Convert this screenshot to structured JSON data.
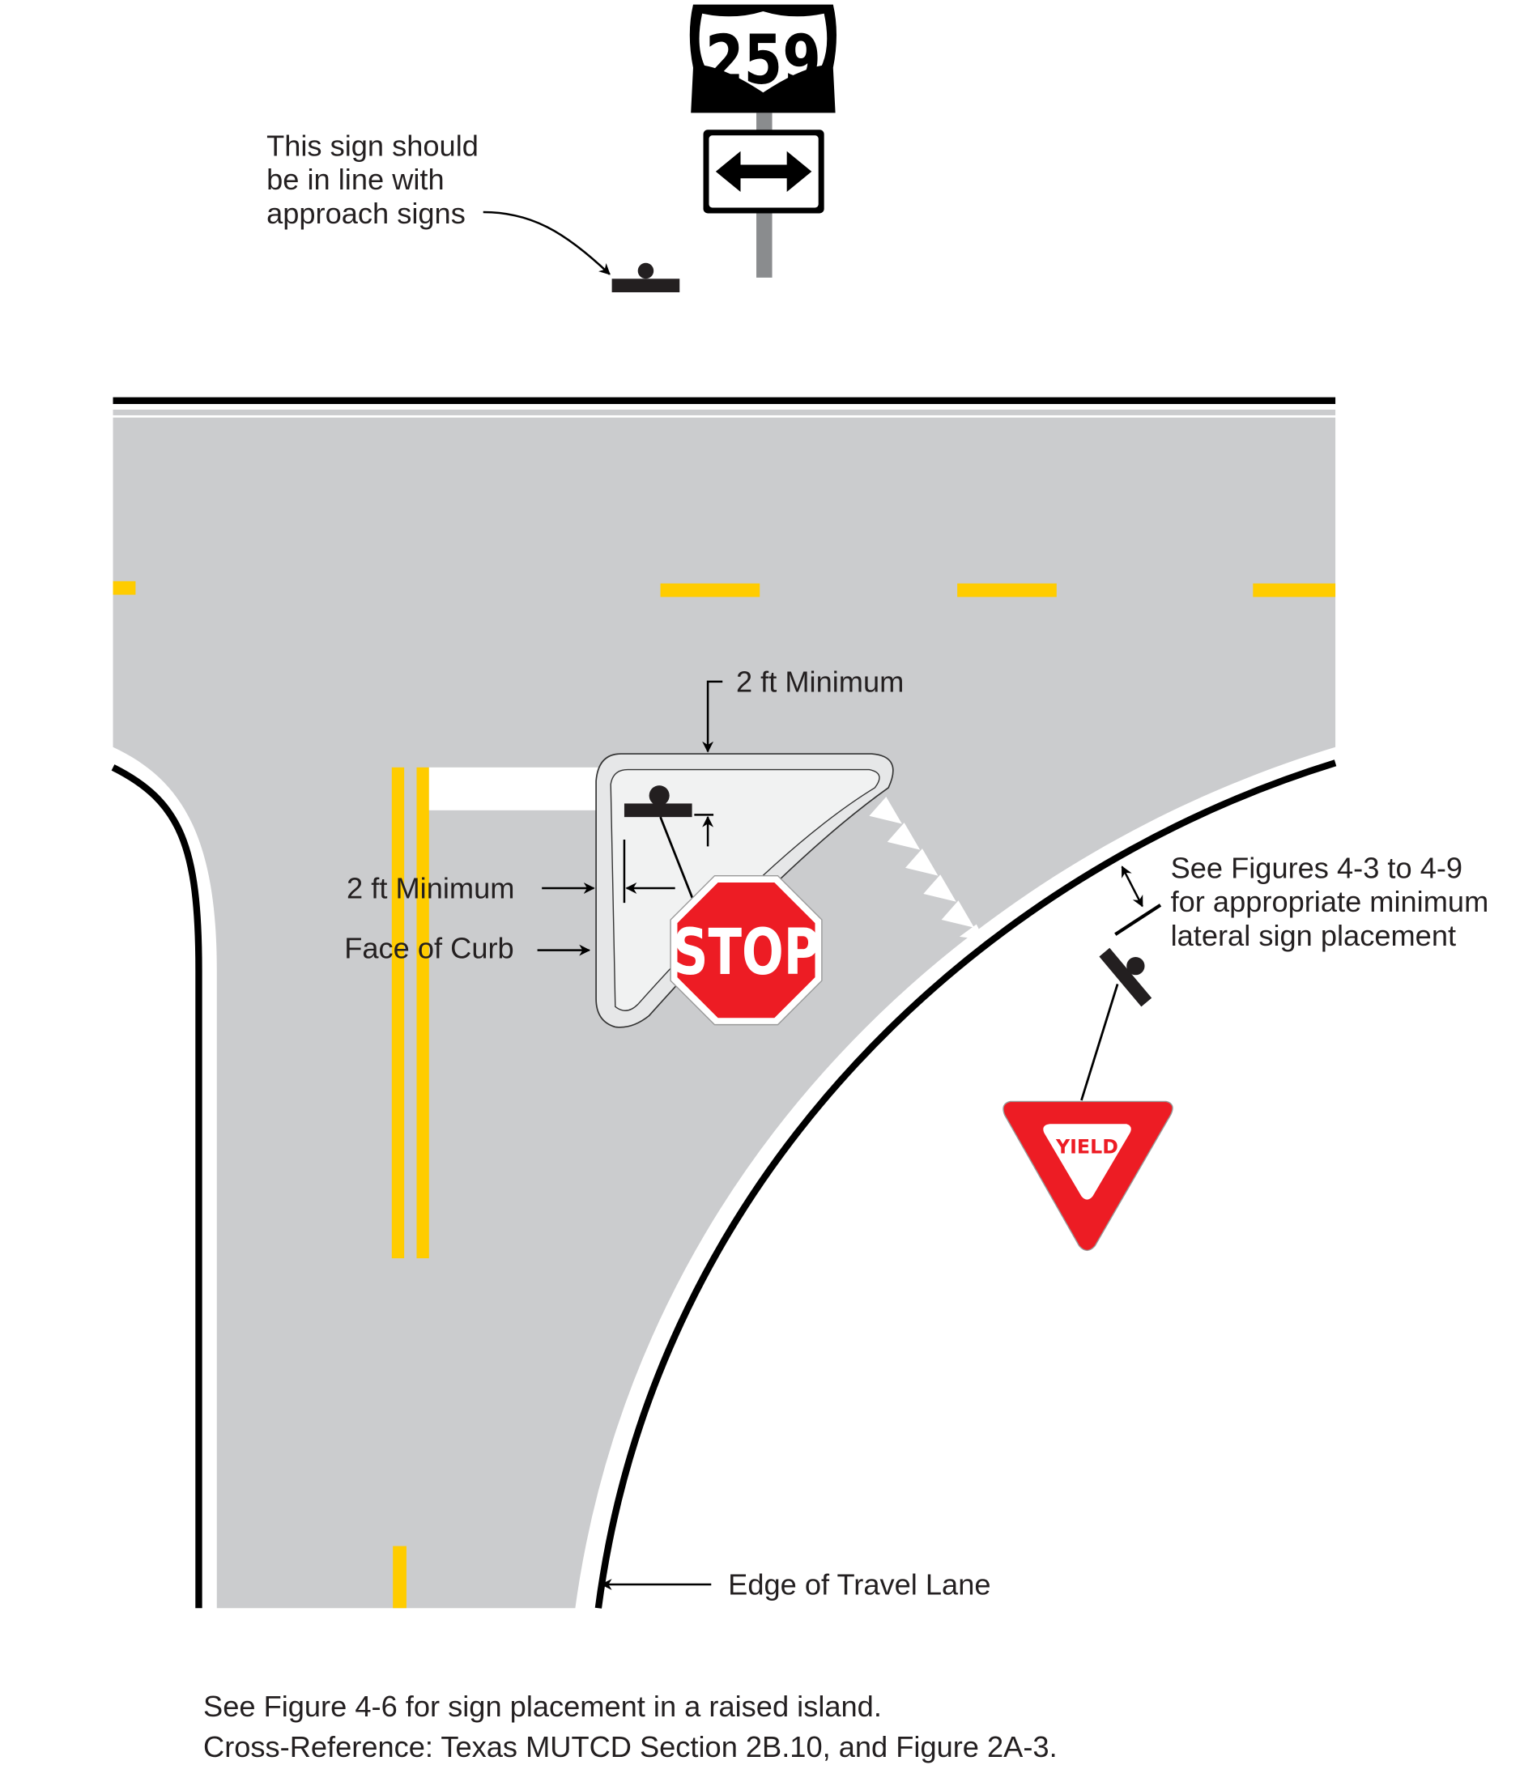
{
  "route_shield": {
    "number": "259"
  },
  "notes": {
    "approach_line1": "This sign should",
    "approach_line2": "be in line with",
    "approach_line3": "approach signs",
    "top_min": "2 ft Minimum",
    "left_min": "2 ft Minimum",
    "face_of_curb": "Face of Curb",
    "see_fig_line1": "See Figures 4-3 to 4-9",
    "see_fig_line2": "for appropriate minimum",
    "see_fig_line3": "lateral sign placement",
    "edge_of_lane": "Edge of Travel Lane"
  },
  "signs": {
    "stop": "STOP",
    "yield": "YIELD"
  },
  "footer": {
    "line1": "See Figure 4-6 for sign placement in a raised island.",
    "line2": "Cross-Reference: Texas MUTCD Section 2B.10, and Figure 2A-3."
  },
  "colors": {
    "pavement": "#cbccce",
    "yellow": "#ffcc00",
    "red": "#ed1c24",
    "island": "#f0f1f1"
  }
}
